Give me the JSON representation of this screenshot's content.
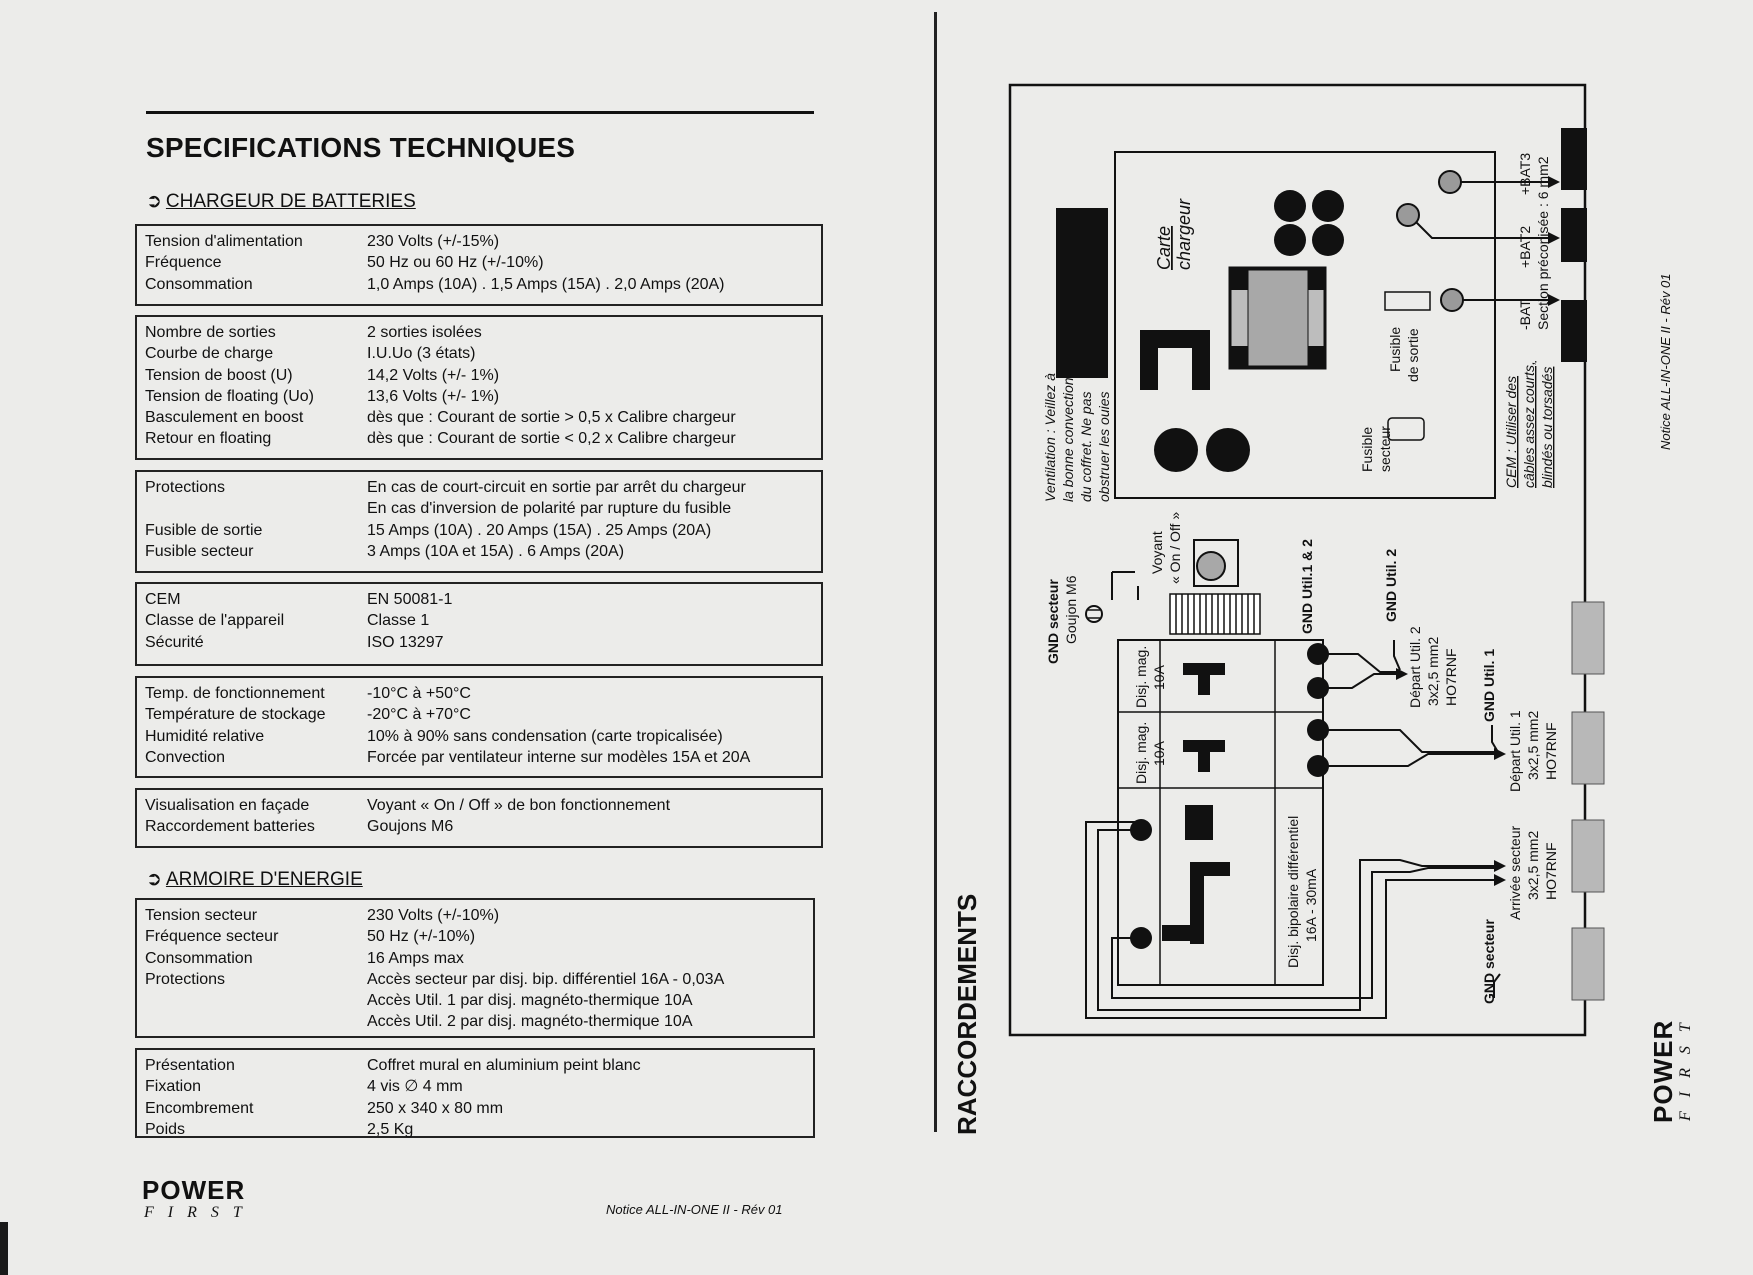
{
  "left": {
    "title": "SPECIFICATIONS TECHNIQUES",
    "arrow_glyph": "➲",
    "chargeur_heading": "CHARGEUR DE BATTERIES",
    "armoire_heading": "ARMOIRE D'ENERGIE",
    "chargeur_boxes": [
      [
        {
          "label": "Tension d'alimentation",
          "value": "230 Volts  (+/-15%)"
        },
        {
          "label": "Fréquence",
          "value": "50 Hz ou 60 Hz  (+/-10%)"
        },
        {
          "label": "Consommation",
          "value": "1,0 Amps (10A) . 1,5 Amps (15A) . 2,0 Amps (20A)"
        }
      ],
      [
        {
          "label": "Nombre de sorties",
          "value": "2 sorties isolées"
        },
        {
          "label": "Courbe de charge",
          "value": "I.U.Uo  (3 états)"
        },
        {
          "label": "Tension de boost (U)",
          "value": "14,2 Volts  (+/- 1%)"
        },
        {
          "label": "Tension de floating (Uo)",
          "value": "13,6 Volts  (+/- 1%)"
        },
        {
          "label": "Basculement en boost",
          "value": "dès que : Courant de sortie > 0,5 x Calibre chargeur"
        },
        {
          "label": "Retour en floating",
          "value": "dès que : Courant de sortie < 0,2 x Calibre chargeur"
        }
      ],
      [
        {
          "label": "Protections",
          "value": "En cas de court-circuit en sortie par arrêt du chargeur"
        },
        {
          "label": "",
          "value": "En cas d'inversion de polarité par rupture du fusible"
        },
        {
          "label": "Fusible de sortie",
          "value": "15 Amps (10A) . 20 Amps (15A) . 25 Amps (20A)"
        },
        {
          "label": "Fusible secteur",
          "value": "3 Amps (10A et 15A) . 6 Amps (20A)"
        }
      ],
      [
        {
          "label": "CEM",
          "value": "EN 50081-1"
        },
        {
          "label": "Classe de l'appareil",
          "value": "Classe 1"
        },
        {
          "label": "Sécurité",
          "value": "ISO 13297"
        }
      ],
      [
        {
          "label": "Temp. de fonctionnement",
          "value": "-10°C à +50°C"
        },
        {
          "label": "Température de stockage",
          "value": "-20°C à +70°C"
        },
        {
          "label": "Humidité relative",
          "value": "10% à 90% sans condensation  (carte tropicalisée)"
        },
        {
          "label": "Convection",
          "value": "Forcée par ventilateur interne sur modèles 15A et 20A"
        }
      ],
      [
        {
          "label": "Visualisation en façade",
          "value": "Voyant « On / Off » de bon fonctionnement"
        },
        {
          "label": "Raccordement batteries",
          "value": "Goujons M6"
        }
      ]
    ],
    "armoire_boxes": [
      [
        {
          "label": "Tension secteur",
          "value": "230 Volts  (+/-10%)"
        },
        {
          "label": "Fréquence secteur",
          "value": "50 Hz  (+/-10%)"
        },
        {
          "label": "Consommation",
          "value": "16 Amps max"
        },
        {
          "label": "Protections",
          "value": "Accès secteur par disj. bip. différentiel 16A - 0,03A"
        },
        {
          "label": "",
          "value": "Accès Util. 1 par disj. magnéto-thermique 10A"
        },
        {
          "label": "",
          "value": "Accès Util. 2 par disj. magnéto-thermique 10A"
        }
      ],
      [
        {
          "label": "Présentation",
          "value": "Coffret mural en aluminium peint blanc"
        },
        {
          "label": "Fixation",
          "value": "4 vis ∅ 4 mm"
        },
        {
          "label": "Encombrement",
          "value": "250 x 340 x 80 mm"
        },
        {
          "label": "Poids",
          "value": "2,5 Kg"
        }
      ]
    ],
    "logo_word": "POWER",
    "logo_sub": "F I R S T",
    "footer_note": "Notice ALL-IN-ONE II - Rév 01"
  },
  "right": {
    "section_title": "RACCORDEMENTS",
    "footer_note": "Notice ALL-IN-ONE II - Rév 01",
    "logo_word": "POWER",
    "logo_sub": "F I R S T",
    "labels": {
      "carte": "Carte",
      "chargeur": "chargeur",
      "ventilation_1": "Ventilation : Veillez à",
      "ventilation_2": "la bonne convection",
      "ventilation_3": "du coffret. Ne pas",
      "ventilation_4": "obstruer les ouies",
      "fusible_sortie_1": "Fusible",
      "fusible_sortie_2": "de sortie",
      "fusible_secteur_1": "Fusible",
      "fusible_secteur_2": "secteur",
      "bat_plus3": "+BAT3",
      "bat_plus2": "+BAT2",
      "bat_minus": "-BAT",
      "section_bat": "Section préconisée : 6 mm2",
      "cem_1": "CEM : Utiliser des",
      "cem_2": "câbles assez courts,",
      "cem_3": "blindés ou torsadés",
      "voyant_1": "Voyant",
      "voyant_2": "« On / Off »",
      "gnd_secteur_stud": "GND secteur",
      "goujon": "Goujon M6",
      "gnd_util12": "GND Util.1 & 2",
      "disj_mag_1": "Disj. mag.",
      "disj_mag_1b": "10A",
      "disj_mag_2": "Disj. mag.",
      "disj_mag_2b": "10A",
      "disj_diff_1": "Disj. bipolaire différentiel",
      "disj_diff_2": "16A - 30mA",
      "gnd_util2": "GND Util. 2",
      "depart_util2_1": "Départ Util. 2",
      "depart_util2_2": "3x2,5 mm2",
      "depart_util2_3": "HO7RNF",
      "gnd_util1": "GND Util. 1",
      "depart_util1_1": "Départ Util. 1",
      "depart_util1_2": "3x2,5 mm2",
      "depart_util1_3": "HO7RNF",
      "gnd_secteur_bottom": "GND secteur",
      "arrivee_1": "Arrivée secteur",
      "arrivee_2": "3x2,5 mm2",
      "arrivee_3": "HO7RNF"
    }
  }
}
